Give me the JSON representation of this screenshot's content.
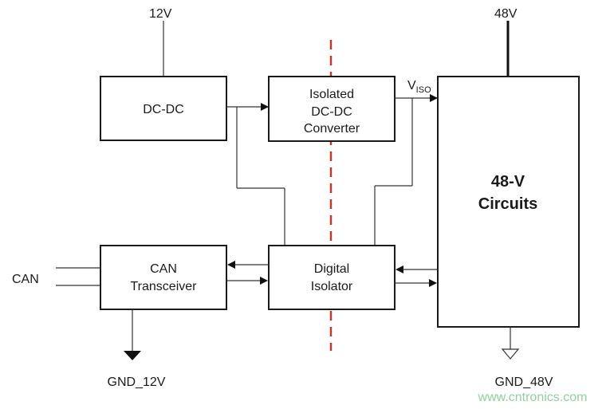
{
  "supply": {
    "v12": "12V",
    "v48": "48V",
    "viso_main": "V",
    "viso_sub": "ISO"
  },
  "blocks": {
    "dcdc": "DC-DC",
    "iso_line1": "Isolated",
    "iso_line2": "DC-DC",
    "iso_line3": "Converter",
    "can_line1": "CAN",
    "can_line2": "Transceiver",
    "dig_line1": "Digital",
    "dig_line2": "Isolator",
    "circ_line1": "48-V",
    "circ_line2": "Circuits"
  },
  "signals": {
    "can": "CAN"
  },
  "grounds": {
    "gnd12": "GND_12V",
    "gnd48": "GND_48V"
  },
  "watermark": "www.cntronics.com",
  "colors": {
    "isolation_barrier": "#c0392b",
    "watermark": "#8fd19e"
  }
}
